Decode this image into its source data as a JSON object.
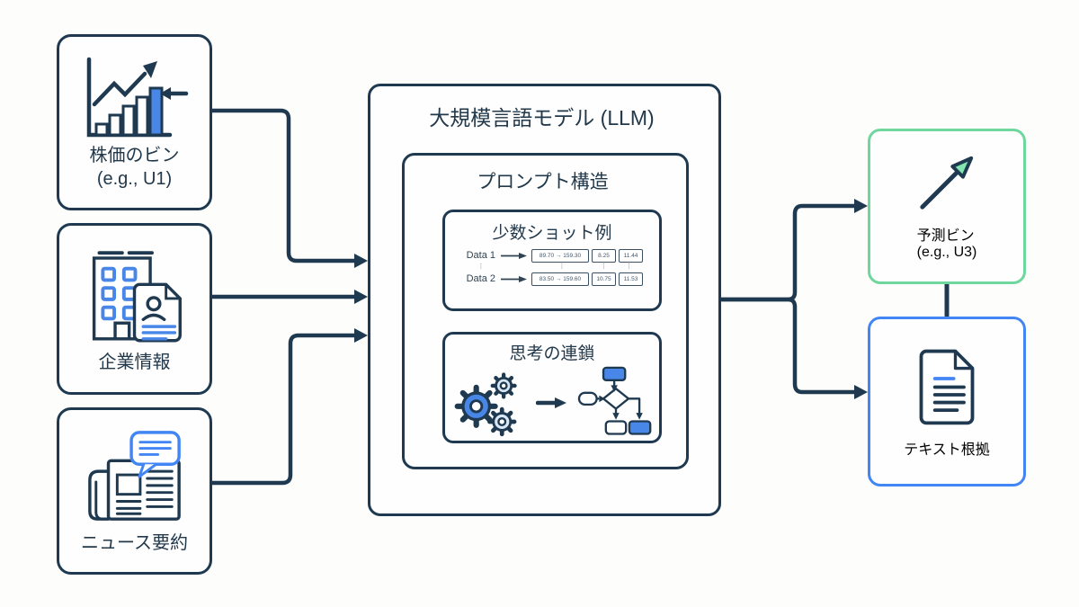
{
  "colors": {
    "navy": "#1f3a50",
    "blue_fill": "#4886e8",
    "blue_outline": "#4285f4",
    "light_gear": "#d9e6f6",
    "mint_border": "#6fd69e",
    "mint_fill": "#82e6b0",
    "background": "#fdfdfb"
  },
  "inputs": [
    {
      "id": "stock-bins",
      "label": "株価のビン",
      "sublabel": "(e.g., U1)",
      "icon": "bar-chart-rising-arrow-icon"
    },
    {
      "id": "company-info",
      "label": "企業情報",
      "icon": "building-profile-document-icon"
    },
    {
      "id": "news-summary",
      "label": "ニュース要約",
      "icon": "newspaper-speech-bubble-icon"
    }
  ],
  "llm": {
    "title": "大規模言語モデル (LLM)",
    "prompt": {
      "title": "プロンプト構造",
      "few_shot": {
        "title": "少数ショット例",
        "rows": [
          {
            "label": "Data 1",
            "cells": [
              "89.70 → 159.30",
              "8.25",
              "11.44"
            ]
          },
          {
            "label": "Data 2",
            "cells": [
              "83.50 → 159.60",
              "10.75",
              "11.53"
            ]
          }
        ],
        "dots": "⋮"
      },
      "cot": {
        "title": "思考の連鎖",
        "icon": "gears-to-flowchart-icon"
      }
    }
  },
  "outputs": [
    {
      "id": "predicted-bin",
      "label": "予測ビン",
      "sublabel": "(e.g., U3)",
      "icon": "up-right-arrow-icon",
      "accent": "#6fd69e"
    },
    {
      "id": "text-rationale",
      "label": "テキスト根拠",
      "icon": "document-lines-icon",
      "accent": "#4285f4"
    }
  ]
}
